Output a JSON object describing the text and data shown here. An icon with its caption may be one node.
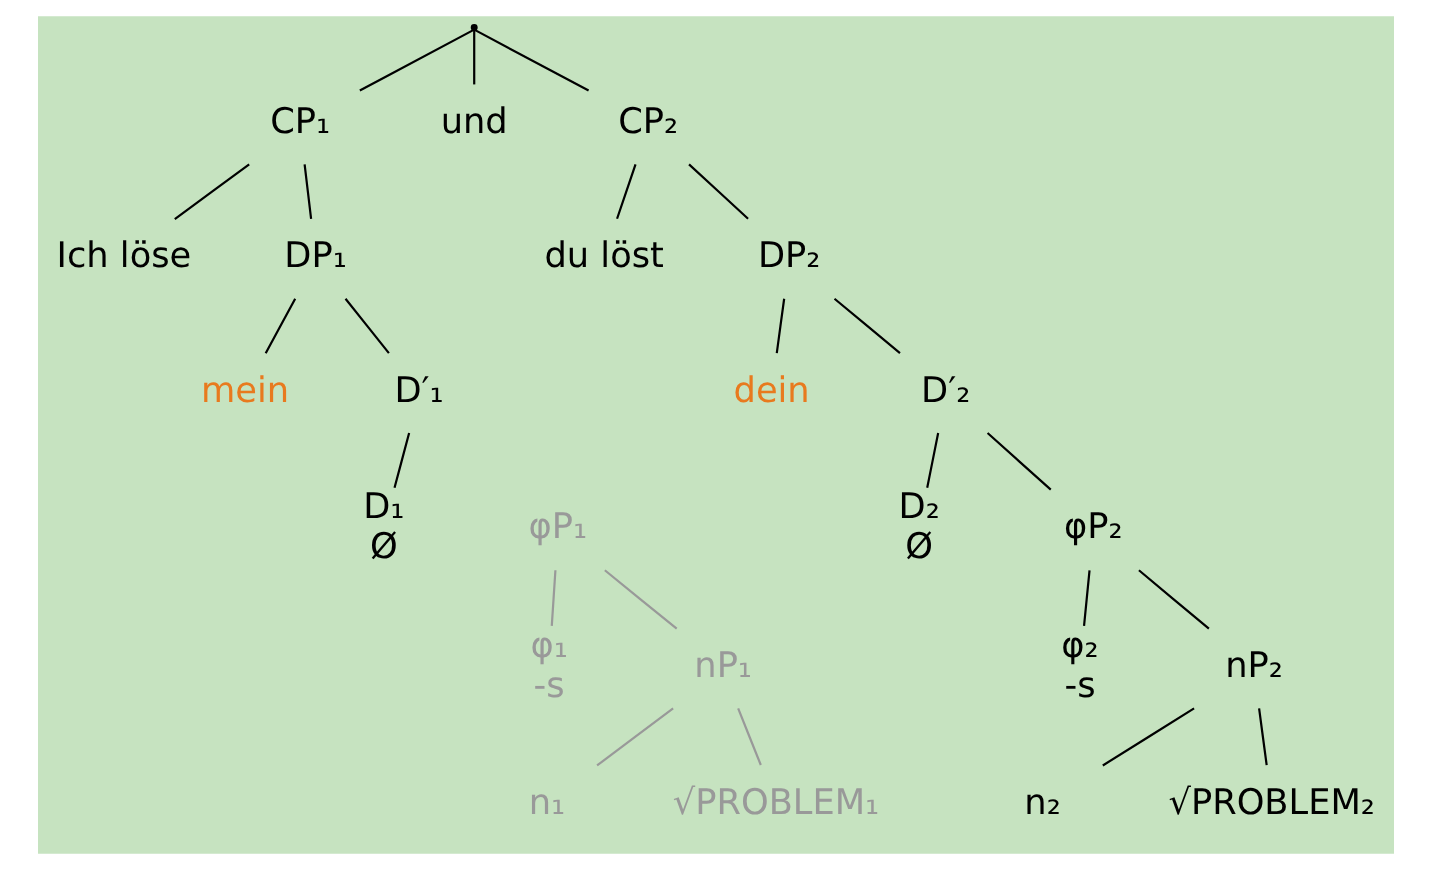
{
  "diagram": {
    "nodes": [
      {
        "text": [],
        "shape": "point"
      },
      {
        "text": [
          "CP₁"
        ]
      },
      {
        "text": [
          "und"
        ]
      },
      {
        "text": [
          "CP₂"
        ]
      },
      {
        "text": [
          "Ich löse"
        ]
      },
      {
        "text": [
          "DP₁"
        ]
      },
      {
        "text": [
          "du löst"
        ]
      },
      {
        "text": [
          "DP₂"
        ]
      },
      {
        "text": [
          "mein"
        ]
      },
      {
        "text": [
          "D′₁"
        ]
      },
      {
        "text": [
          "dein"
        ]
      },
      {
        "text": [
          "D′₂"
        ]
      },
      {
        "text": [
          "D₁",
          "Ø"
        ]
      },
      {
        "text": [
          "φP₁"
        ]
      },
      {
        "text": [
          "D₂",
          "Ø"
        ]
      },
      {
        "text": [
          "φP₂"
        ]
      },
      {
        "text": [
          "φ₁",
          "-s"
        ]
      },
      {
        "text": [
          "nP₁"
        ]
      },
      {
        "text": [
          "φ₂",
          "-s"
        ]
      },
      {
        "text": [
          "nP₂"
        ]
      },
      {
        "text": [
          "n₁"
        ]
      },
      {
        "text": [
          "√PROBLEM₁"
        ]
      },
      {
        "text": [
          "n₂"
        ]
      },
      {
        "text": [
          "√PROBLEM₂"
        ]
      }
    ],
    "edges": [
      {
        "from": 0,
        "to": 1,
        "arrow": "none"
      },
      {
        "from": 0,
        "to": 2,
        "arrow": "none"
      },
      {
        "from": 0,
        "to": 3,
        "arrow": "none"
      },
      {
        "from": 1,
        "to": 4,
        "arrow": "none"
      },
      {
        "from": 1,
        "to": 5,
        "arrow": "none"
      },
      {
        "from": 3,
        "to": 6,
        "arrow": "none"
      },
      {
        "from": 3,
        "to": 7,
        "arrow": "none"
      },
      {
        "from": 5,
        "to": 8,
        "arrow": "none"
      },
      {
        "from": 5,
        "to": 9,
        "arrow": "none"
      },
      {
        "from": 7,
        "to": 10,
        "arrow": "none"
      },
      {
        "from": 7,
        "to": 11,
        "arrow": "none"
      },
      {
        "from": 9,
        "to": 12,
        "arrow": "none"
      },
      {
        "from": 11,
        "to": 14,
        "arrow": "none"
      },
      {
        "from": 11,
        "to": 15,
        "arrow": "none"
      },
      {
        "from": 13,
        "to": 16,
        "arrow": "none",
        "color": "#999999"
      },
      {
        "from": 13,
        "to": 17,
        "arrow": "none",
        "color": "#999999"
      },
      {
        "from": 15,
        "to": 18,
        "arrow": "none"
      },
      {
        "from": 15,
        "to": 19,
        "arrow": "none"
      },
      {
        "from": 17,
        "to": 20,
        "arrow": "none",
        "color": "#999999"
      },
      {
        "from": 17,
        "to": 21,
        "arrow": "none",
        "color": "#999999"
      },
      {
        "from": 19,
        "to": 22,
        "arrow": "none"
      },
      {
        "from": 19,
        "to": 23,
        "arrow": "none"
      }
    ]
  }
}
